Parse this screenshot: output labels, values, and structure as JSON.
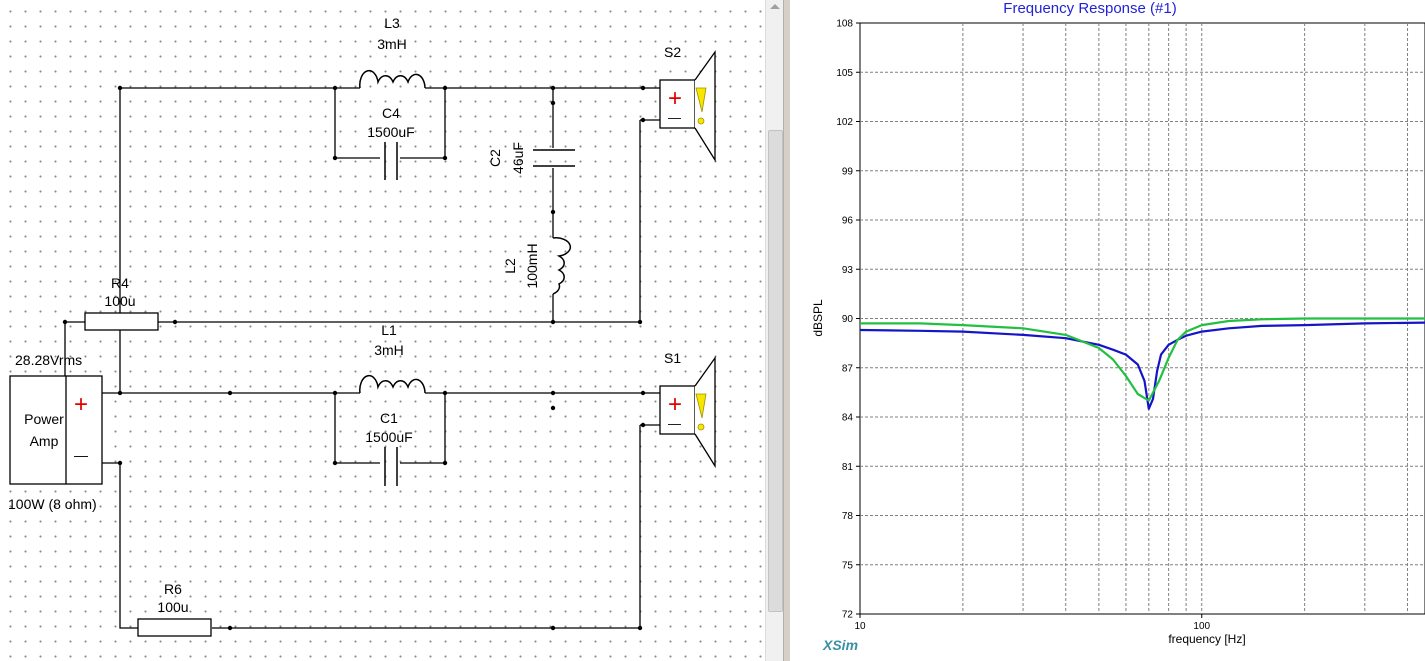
{
  "schematic": {
    "components": {
      "L3": {
        "name": "L3",
        "value": "3mH"
      },
      "C4": {
        "name": "C4",
        "value": "1500uF"
      },
      "S2": {
        "name": "S2"
      },
      "C2": {
        "name": "C2",
        "value": "46uF"
      },
      "L2": {
        "name": "L2",
        "value": "100mH"
      },
      "R4": {
        "name": "R4",
        "value": "100u"
      },
      "L1": {
        "name": "L1",
        "value": "3mH"
      },
      "C1": {
        "name": "C1",
        "value": "1500uF"
      },
      "S1": {
        "name": "S1"
      },
      "R6": {
        "name": "R6",
        "value": "100u"
      }
    },
    "amp": {
      "voltage": "28.28Vrms",
      "label_line1": "Power",
      "label_line2": "Amp",
      "rating": "100W (8 ohm)",
      "plus": "+",
      "minus": "—"
    },
    "speaker_plus": "+",
    "speaker_minus": "—",
    "speaker_warning": "!"
  },
  "graph": {
    "title": "Frequency Response (#1)",
    "xlabel": "frequency [Hz]",
    "ylabel": "dBSPL",
    "logo": "XSim",
    "colors": {
      "title": "#2323d6",
      "series_blue": "#1515c8",
      "series_green": "#22c040",
      "logo": "#3a8fa8"
    }
  },
  "chart_data": {
    "type": "line",
    "title": "Frequency Response (#1)",
    "xlabel": "frequency [Hz]",
    "ylabel": "dBSPL",
    "x_scale": "log",
    "xlim": [
      10,
      450
    ],
    "ylim": [
      72,
      108
    ],
    "x_ticks": [
      {
        "value": 10,
        "label": "10"
      },
      {
        "value": 100,
        "label": "100"
      }
    ],
    "y_ticks": [
      {
        "value": 72,
        "label": "72"
      },
      {
        "value": 75,
        "label": "75"
      },
      {
        "value": 78,
        "label": "78"
      },
      {
        "value": 81,
        "label": "81"
      },
      {
        "value": 84,
        "label": "84"
      },
      {
        "value": 87,
        "label": "87"
      },
      {
        "value": 90,
        "label": "90"
      },
      {
        "value": 93,
        "label": "93"
      },
      {
        "value": 96,
        "label": "96"
      },
      {
        "value": 99,
        "label": "99"
      },
      {
        "value": 102,
        "label": "102"
      },
      {
        "value": 105,
        "label": "105"
      },
      {
        "value": 108,
        "label": "108"
      }
    ],
    "grid": true,
    "series": [
      {
        "color": "#1515c8",
        "x": [
          10,
          15,
          20,
          30,
          40,
          50,
          55,
          60,
          65,
          68,
          70,
          72,
          74,
          76,
          80,
          85,
          90,
          100,
          120,
          150,
          200,
          300,
          450
        ],
        "y": [
          89.3,
          89.25,
          89.2,
          89.0,
          88.8,
          88.4,
          88.1,
          87.8,
          87.2,
          86.2,
          84.5,
          85.1,
          86.8,
          87.8,
          88.4,
          88.7,
          88.95,
          89.2,
          89.4,
          89.55,
          89.6,
          89.7,
          89.75
        ]
      },
      {
        "color": "#22c040",
        "x": [
          10,
          15,
          20,
          30,
          40,
          50,
          55,
          60,
          65,
          70,
          75,
          80,
          85,
          90,
          100,
          120,
          150,
          200,
          300,
          450
        ],
        "y": [
          89.7,
          89.7,
          89.6,
          89.4,
          89.0,
          88.2,
          87.5,
          86.5,
          85.4,
          85.0,
          86.2,
          87.6,
          88.7,
          89.2,
          89.6,
          89.85,
          89.95,
          90.0,
          90.0,
          90.0
        ]
      }
    ]
  }
}
